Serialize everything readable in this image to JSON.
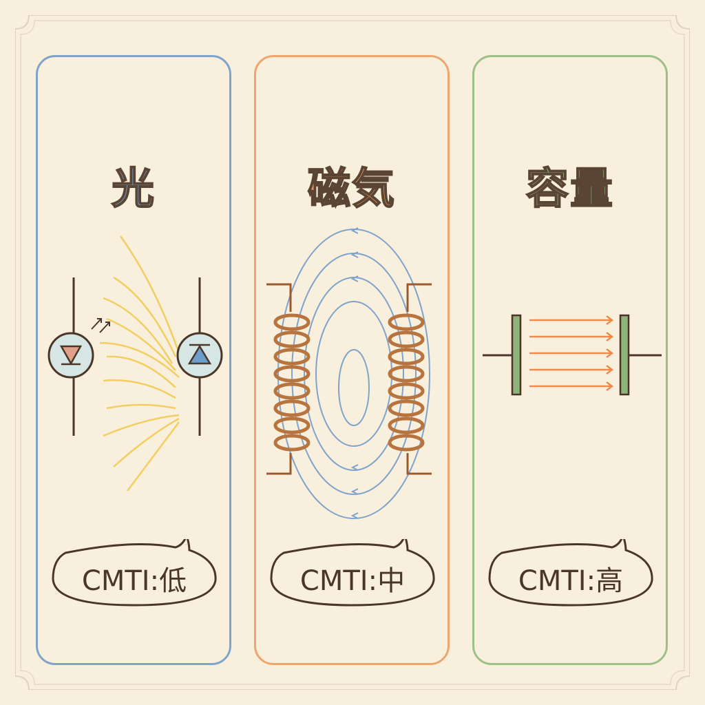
{
  "panels": [
    {
      "title": "光",
      "bubble": "CMTI:低",
      "color": "#7fa3cc"
    },
    {
      "title": "磁気",
      "bubble": "CMTI:中",
      "color": "#eea56e"
    },
    {
      "title": "容量",
      "bubble": "CMTI:高",
      "color": "#9cc088"
    }
  ]
}
